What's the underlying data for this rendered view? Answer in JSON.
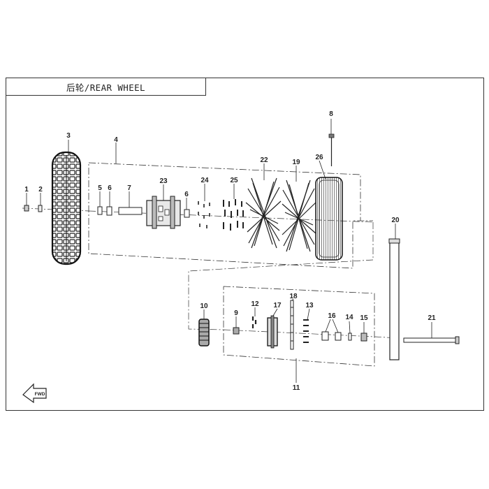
{
  "diagram": {
    "title": "后轮/REAR WHEEL",
    "fwd_label": "FWD",
    "callouts": [
      {
        "id": "c1",
        "label": "1"
      },
      {
        "id": "c2",
        "label": "2"
      },
      {
        "id": "c3",
        "label": "3"
      },
      {
        "id": "c4",
        "label": "4"
      },
      {
        "id": "c5",
        "label": "5"
      },
      {
        "id": "c6a",
        "label": "6"
      },
      {
        "id": "c7",
        "label": "7"
      },
      {
        "id": "c23",
        "label": "23"
      },
      {
        "id": "c6b",
        "label": "6"
      },
      {
        "id": "c24",
        "label": "24"
      },
      {
        "id": "c25",
        "label": "25"
      },
      {
        "id": "c22",
        "label": "22"
      },
      {
        "id": "c19",
        "label": "19"
      },
      {
        "id": "c26",
        "label": "26"
      },
      {
        "id": "c8",
        "label": "8"
      },
      {
        "id": "c20",
        "label": "20"
      },
      {
        "id": "c10",
        "label": "10"
      },
      {
        "id": "c9",
        "label": "9"
      },
      {
        "id": "c12",
        "label": "12"
      },
      {
        "id": "c17",
        "label": "17"
      },
      {
        "id": "c18",
        "label": "18"
      },
      {
        "id": "c13",
        "label": "13"
      },
      {
        "id": "c16",
        "label": "16"
      },
      {
        "id": "c14",
        "label": "14"
      },
      {
        "id": "c15",
        "label": "15"
      },
      {
        "id": "c21",
        "label": "21"
      },
      {
        "id": "c11",
        "label": "11"
      }
    ]
  }
}
